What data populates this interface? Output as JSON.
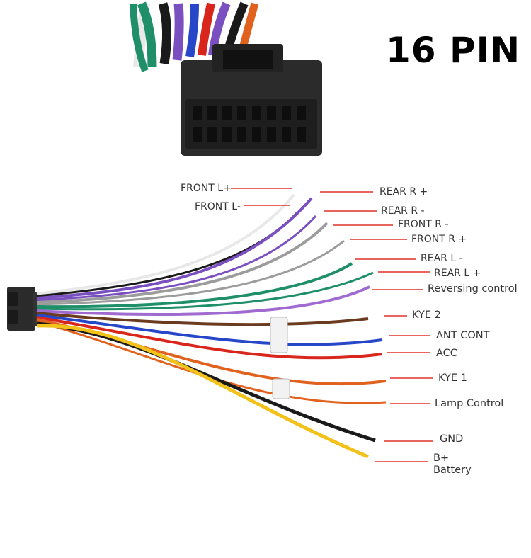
{
  "title": "16 PIN",
  "colors": {
    "leader_line": "#e0302a",
    "white_wire": "#e8e8e8",
    "gray_wire": "#9c9c9c",
    "purple_wire": "#7a4fbf",
    "green_wire": "#1f8f6a",
    "brown_wire": "#6b3b1f",
    "blue_wire": "#2747c9",
    "red_wire": "#d9261c",
    "orange_wire": "#e0621e",
    "black_wire": "#1a1a1a",
    "yellow_wire": "#f2c21b",
    "connector": "#2b2b2b"
  },
  "pins": [
    {
      "label": "FRONT L+",
      "wire": "white"
    },
    {
      "label": "FRONT L-",
      "wire": "white-black"
    },
    {
      "label": "REAR R +",
      "wire": "purple"
    },
    {
      "label": "REAR R -",
      "wire": "purple-black"
    },
    {
      "label": "FRONT R -",
      "wire": "gray-black"
    },
    {
      "label": "FRONT R +",
      "wire": "gray"
    },
    {
      "label": "REAR L -",
      "wire": "green-black"
    },
    {
      "label": "REAR L +",
      "wire": "green"
    },
    {
      "label": "Reversing control",
      "wire": "purple-white"
    },
    {
      "label": "KYE 2",
      "wire": "brown"
    },
    {
      "label": "ANT CONT",
      "wire": "blue"
    },
    {
      "label": "ACC",
      "wire": "red"
    },
    {
      "label": "KYE 1",
      "wire": "orange"
    },
    {
      "label": "Lamp Control",
      "wire": "orange-white"
    },
    {
      "label": "GND",
      "wire": "black"
    },
    {
      "label": "B+",
      "wire": "yellow",
      "sublabel": "Battery"
    }
  ]
}
